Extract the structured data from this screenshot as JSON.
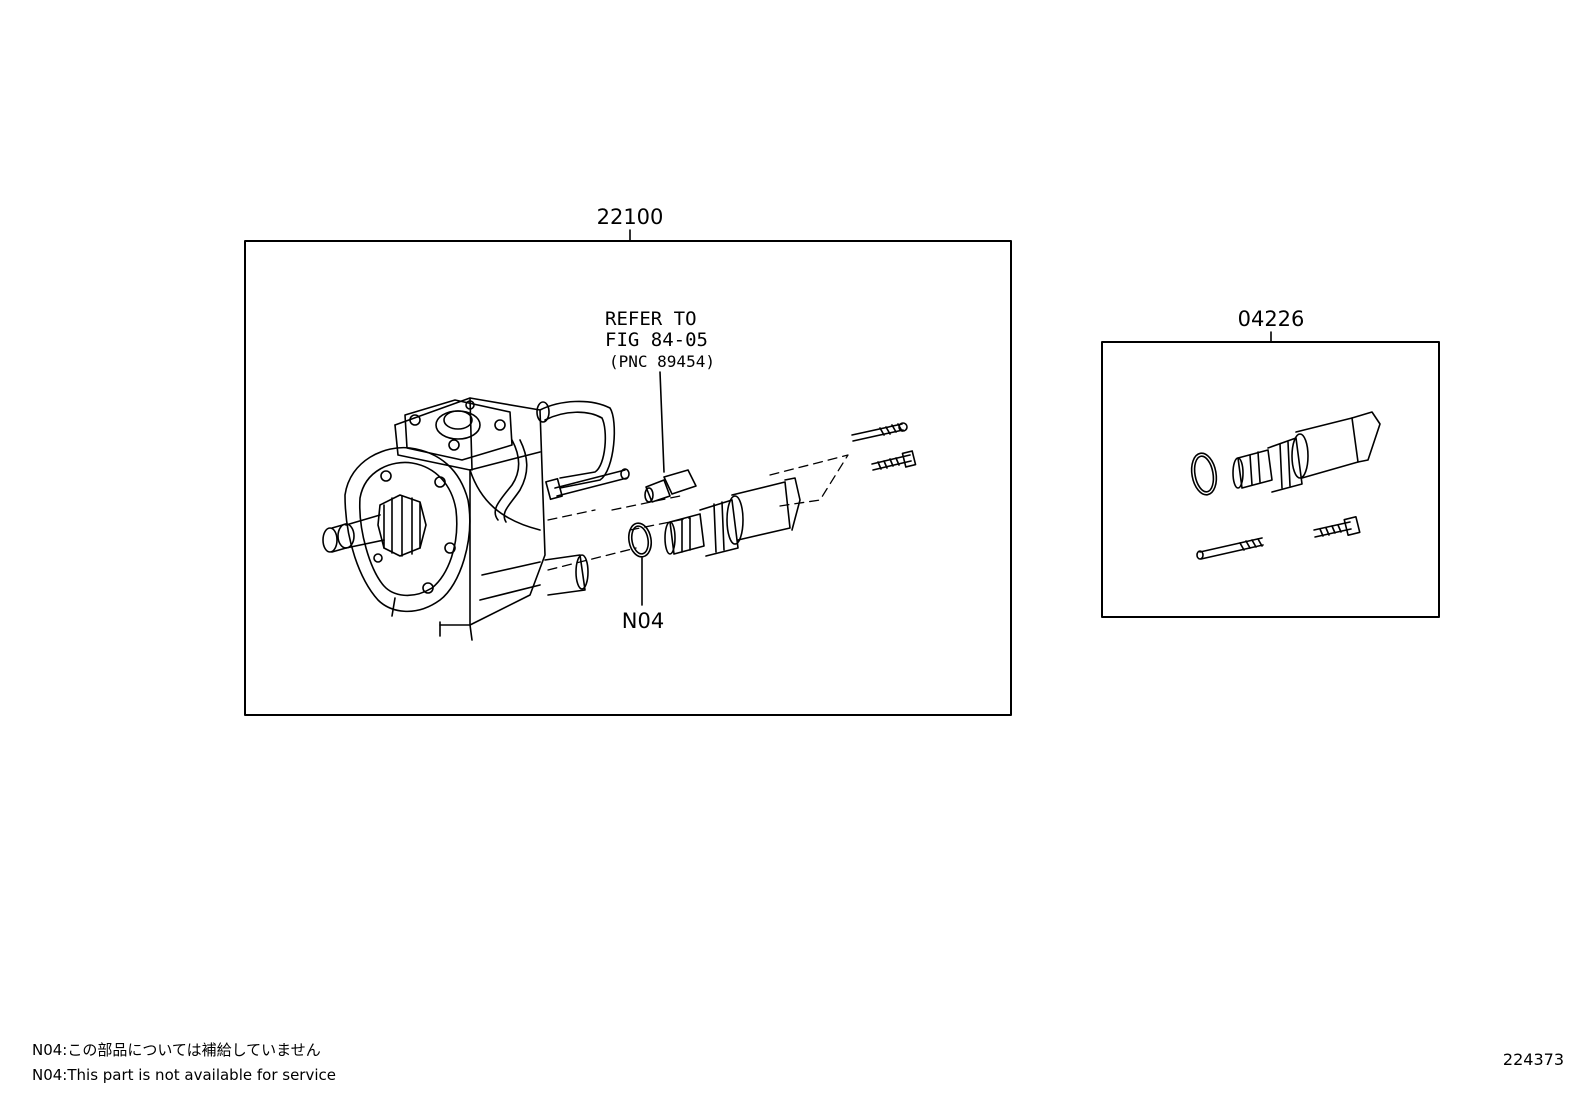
{
  "callouts": {
    "pump_assembly": "22100",
    "valve_kit": "04226",
    "oring": "N04"
  },
  "reference": {
    "line1": "REFER TO",
    "line2": "FIG 84-05",
    "line3": "(PNC 89454)"
  },
  "notes": {
    "jp": "N04:この部品については補給していません",
    "en": "N04:This part is not available for service"
  },
  "figure_id": "224373"
}
